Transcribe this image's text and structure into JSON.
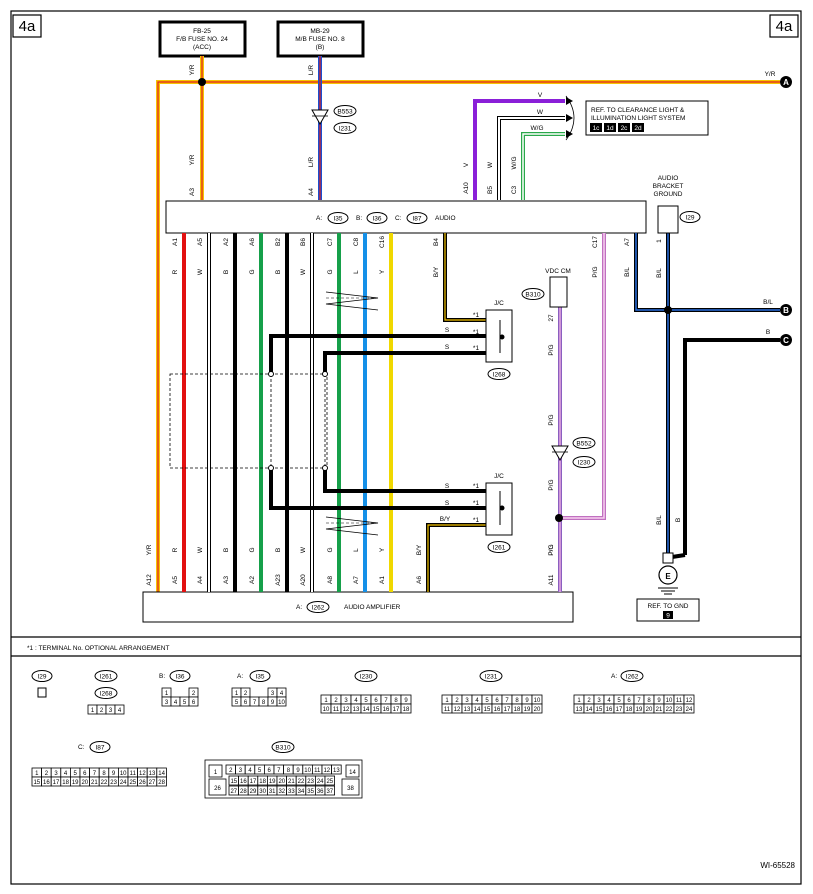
{
  "page": {
    "label_left": "4a",
    "label_right": "4a",
    "figure_id": "WI-65528"
  },
  "fuses": [
    {
      "line1": "FB-25",
      "line2": "F/B FUSE NO. 24",
      "line3": "(ACC)"
    },
    {
      "line1": "MB-29",
      "line2": "M/B FUSE NO. 8",
      "line3": "(B)"
    }
  ],
  "connectors": {
    "b553": "B553",
    "i231": "I231",
    "b552": "B552",
    "i230": "I230",
    "i268": "I268",
    "i261": "I261",
    "b310": "B310",
    "i29": "I29",
    "i35": "I35",
    "i36": "I36",
    "i87": "I87",
    "i262": "I262"
  },
  "audio_unit": {
    "a_prefix": "A:",
    "b_prefix": "B:",
    "c_prefix": "C:",
    "label": "AUDIO"
  },
  "amplifier": {
    "a_prefix": "A:",
    "label": "AUDIO AMPLIFIER"
  },
  "clearance_ref": {
    "line1": "REF. TO CLEARANCE LIGHT &",
    "line2": "ILLUMINATION LIGHT SYSTEM",
    "tags": [
      "1c",
      "1d",
      "2c",
      "2d"
    ]
  },
  "ground_bracket": {
    "line1": "AUDIO",
    "line2": "BRACKET",
    "line3": "GROUND"
  },
  "gnd_ref": {
    "label": "REF. TO GND",
    "tag": "9",
    "symbol": "E"
  },
  "vdc_cm": "VDC CM",
  "jc_label": "J/C",
  "terminal_marker": "*1",
  "off_page": [
    {
      "letter": "A",
      "wire": "Y/R"
    },
    {
      "letter": "B",
      "wire": "B/L"
    },
    {
      "letter": "C",
      "wire": "B"
    }
  ],
  "top_pins": [
    {
      "pin": "A3",
      "wire": "Y/R"
    },
    {
      "pin": "A4",
      "wire": "L/R"
    },
    {
      "pin": "A10",
      "wire": "V"
    },
    {
      "pin": "B5",
      "wire": "W"
    },
    {
      "pin": "C3",
      "wire": "W/G"
    }
  ],
  "upper_wires": [
    {
      "name": "fuse1",
      "wire": "Y/R"
    },
    {
      "name": "fuse2",
      "wire": "L/R"
    }
  ],
  "clearance_wires": [
    "V",
    "W",
    "W/G"
  ],
  "audio_bottom_pins": [
    {
      "pin": "A1",
      "wire": "R"
    },
    {
      "pin": "A5",
      "wire": "W"
    },
    {
      "pin": "A2",
      "wire": "B"
    },
    {
      "pin": "A6",
      "wire": "G"
    },
    {
      "pin": "B2",
      "wire": "B"
    },
    {
      "pin": "B6",
      "wire": "W"
    },
    {
      "pin": "C7",
      "wire": "G"
    },
    {
      "pin": "C8",
      "wire": "L"
    },
    {
      "pin": "C16",
      "wire": "Y"
    },
    {
      "pin": "B4",
      "wire": "B/Y"
    },
    {
      "pin": "C17",
      "wire": "P/G"
    },
    {
      "pin": "A7",
      "wire": "B/L"
    }
  ],
  "amp_pins": [
    {
      "pin": "A12",
      "wire": "Y/R"
    },
    {
      "pin": "A5",
      "wire": "R"
    },
    {
      "pin": "A4",
      "wire": "W"
    },
    {
      "pin": "A3",
      "wire": "B"
    },
    {
      "pin": "A2",
      "wire": "G"
    },
    {
      "pin": "A23",
      "wire": "B"
    },
    {
      "pin": "A20",
      "wire": "W"
    },
    {
      "pin": "A8",
      "wire": "G"
    },
    {
      "pin": "A7",
      "wire": "L"
    },
    {
      "pin": "A1",
      "wire": "Y"
    },
    {
      "pin": "A6",
      "wire": "B/Y"
    },
    {
      "pin": "A11",
      "wire": "P/G"
    }
  ],
  "jc_wires": {
    "s": "S",
    "by": "B/Y"
  },
  "vdc_pin": "27",
  "vdc_wire": "P/G",
  "ground_pin": "1",
  "ground_wires": {
    "bl": "B/L",
    "b": "B"
  },
  "footnote": "*1 : TERMINAL No. OPTIONAL ARRANGEMENT",
  "legend": {
    "i29": {
      "label": "I29"
    },
    "i261": {
      "label": "I261"
    },
    "i268": {
      "label": "I268",
      "pins": [
        "1",
        "2",
        "3",
        "4"
      ]
    },
    "i36": {
      "prefix": "B:",
      "label": "I36",
      "row1": [
        "1",
        "2"
      ],
      "row2": [
        "3",
        "4",
        "5",
        "6"
      ]
    },
    "i35": {
      "prefix": "A:",
      "label": "I35",
      "row1": [
        "1",
        "2",
        "3",
        "4"
      ],
      "row2": [
        "5",
        "6",
        "7",
        "8",
        "9",
        "10"
      ]
    },
    "i230": {
      "label": "I230",
      "row1": [
        "1",
        "2",
        "3",
        "4",
        "5",
        "6",
        "7",
        "8",
        "9"
      ],
      "row2": [
        "10",
        "11",
        "12",
        "13",
        "14",
        "15",
        "16",
        "17",
        "18"
      ]
    },
    "i231": {
      "label": "I231",
      "row1": [
        "1",
        "2",
        "3",
        "4",
        "5",
        "6",
        "7",
        "8",
        "9",
        "10"
      ],
      "row2": [
        "11",
        "12",
        "13",
        "14",
        "15",
        "16",
        "17",
        "18",
        "19",
        "20"
      ]
    },
    "i262": {
      "prefix": "A:",
      "label": "I262",
      "row1": [
        "1",
        "2",
        "3",
        "4",
        "5",
        "6",
        "7",
        "8",
        "9",
        "10",
        "11",
        "12"
      ],
      "row2": [
        "13",
        "14",
        "15",
        "16",
        "17",
        "18",
        "19",
        "20",
        "21",
        "22",
        "23",
        "24"
      ]
    },
    "i87": {
      "prefix": "C:",
      "label": "I87",
      "row1": [
        "1",
        "2",
        "3",
        "4",
        "5",
        "6",
        "7",
        "8",
        "9",
        "10",
        "11",
        "12",
        "13",
        "14"
      ],
      "row2": [
        "15",
        "16",
        "17",
        "18",
        "19",
        "20",
        "21",
        "22",
        "23",
        "24",
        "25",
        "26",
        "27",
        "28"
      ]
    },
    "b310": {
      "label": "B310",
      "row1": [
        "2",
        "3",
        "4",
        "5",
        "6",
        "7",
        "8",
        "9",
        "10",
        "11",
        "12",
        "13"
      ],
      "row2": [
        "15",
        "16",
        "17",
        "18",
        "19",
        "20",
        "21",
        "22",
        "23",
        "24",
        "25"
      ],
      "row3": [
        "27",
        "28",
        "29",
        "30",
        "31",
        "32",
        "33",
        "34",
        "35",
        "36",
        "37"
      ],
      "single": [
        "1",
        "14",
        "26",
        "38"
      ]
    }
  }
}
